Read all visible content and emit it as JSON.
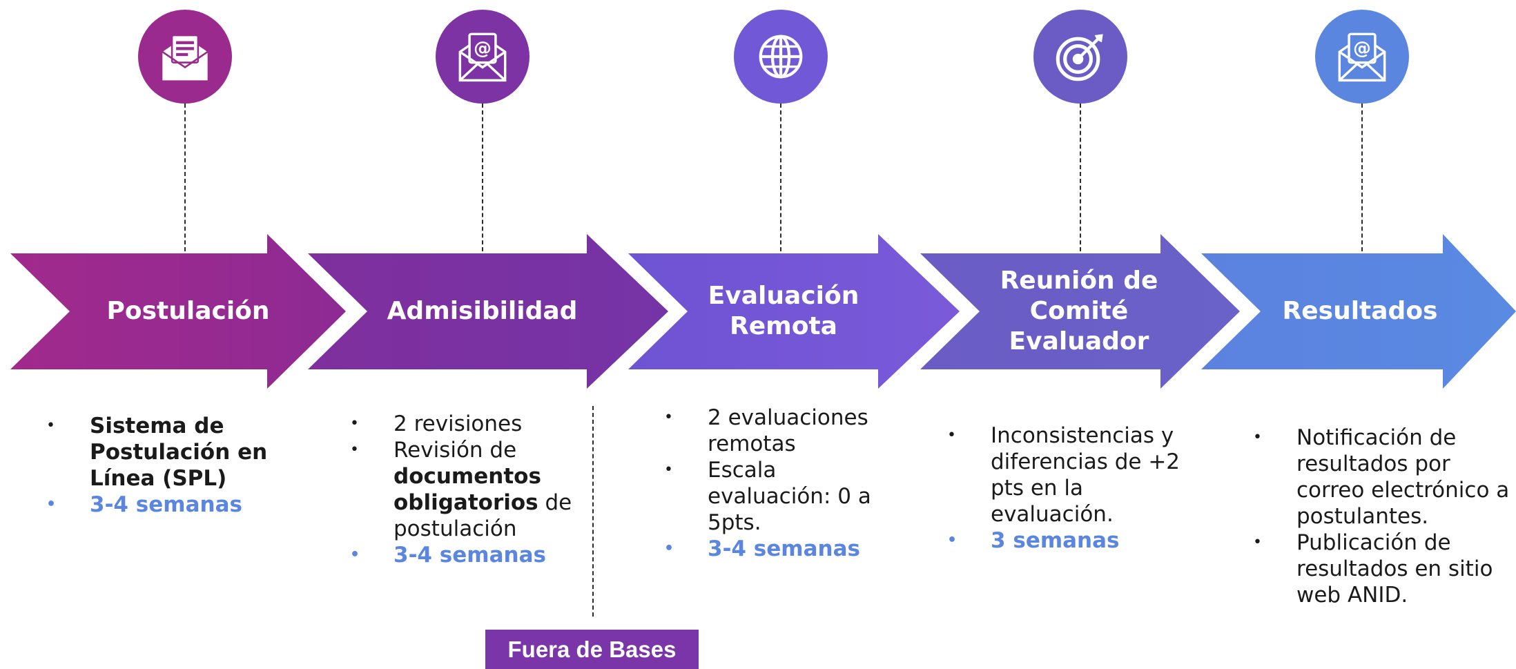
{
  "stages": [
    {
      "title": "Postulación",
      "icon": "envelope-document-icon",
      "color": "#9a2a8e",
      "bullets": [
        {
          "html": "<b>Sistema de Postulación en Línea (SPL)</b>"
        }
      ],
      "time": "3-4 semanas"
    },
    {
      "title": "Admisibilidad",
      "icon": "envelope-at-icon",
      "color": "#7d33a3",
      "bullets": [
        {
          "html": "2 revisiones"
        },
        {
          "html": "Revisión de <b>documentos obligatorios</b> de postulación"
        }
      ],
      "time": "3-4 semanas"
    },
    {
      "title": "Evaluación Remota",
      "icon": "globe-icon",
      "color": "#7158d6",
      "bullets": [
        {
          "html": "2 evaluaciones remotas"
        },
        {
          "html": "Escala evaluación: 0 a 5pts."
        }
      ],
      "time": "3-4 semanas"
    },
    {
      "title": "Reunión de Comité Evaluador",
      "icon": "target-icon",
      "color": "#6a5cc4",
      "bullets": [
        {
          "html": "Inconsistencias y diferencias de +2 pts en la evaluación."
        }
      ],
      "time": "3 semanas"
    },
    {
      "title": "Resultados",
      "icon": "envelope-at-icon",
      "color": "#5a86e0",
      "bullets": [
        {
          "html": "Notificación de resultados por correo electrónico a postulantes."
        },
        {
          "html": "Publicación de resultados en sitio web ANID."
        }
      ],
      "time": null
    }
  ],
  "fuera_de_bases": "Fuera de Bases",
  "colors": {
    "time_text": "#5a86e0",
    "fuera_de_bases_bg": "#7a35a8"
  }
}
